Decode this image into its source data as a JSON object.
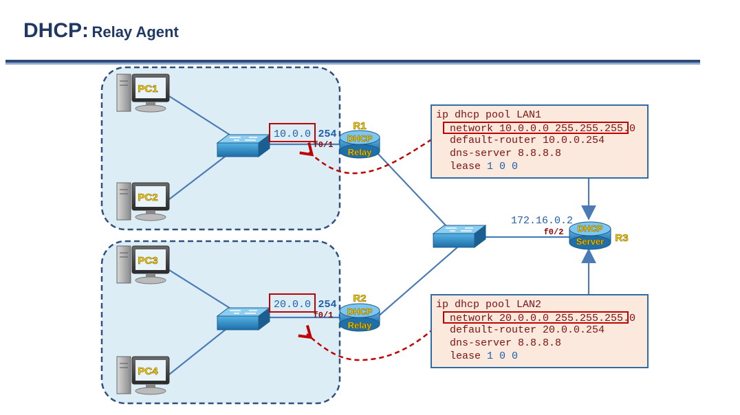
{
  "title": {
    "main": "DHCP:",
    "sub": "Relay Agent"
  },
  "pcs": [
    "PC1",
    "PC2",
    "PC3",
    "PC4"
  ],
  "routers": {
    "r1": {
      "name": "R1",
      "line1": "DHCP",
      "line2": "Relay",
      "iface": "f0/1",
      "net": "10.0.0",
      "host": "254"
    },
    "r2": {
      "name": "R2",
      "line1": "DHCP",
      "line2": "Relay",
      "iface": "f0/1",
      "net": "20.0.0",
      "host": "254"
    },
    "r3": {
      "name": "R3",
      "line1": "DHCP",
      "line2": "Server",
      "iface": "f0/2",
      "ip": "172.16.0.2"
    }
  },
  "pool1": {
    "header": "ip dhcp pool LAN1",
    "network": "network 10.0.0.0 255.255.255.0",
    "router": "default-router 10.0.0.254",
    "dns": "dns-server 8.8.8.8",
    "lease_kw": "lease ",
    "lease_val": "1 0 0"
  },
  "pool2": {
    "header": "ip dhcp pool LAN2",
    "network": "network 20.0.0.0 255.255.255.0",
    "router": "default-router 20.0.0.254",
    "dns": "dns-server 8.8.8.8",
    "lease_kw": "lease ",
    "lease_val": "1 0 0"
  },
  "colors": {
    "title": "#1f3864",
    "lan_fill": "#dcedf5",
    "lan_border": "#2f4f7f",
    "link": "#4a7bb5",
    "relay_arrow": "#c00000",
    "cfg_fill": "#fbe9dd",
    "cfg_border": "#2e6da4",
    "router": "#2b8fcf",
    "switch": "#3ea0d8"
  }
}
